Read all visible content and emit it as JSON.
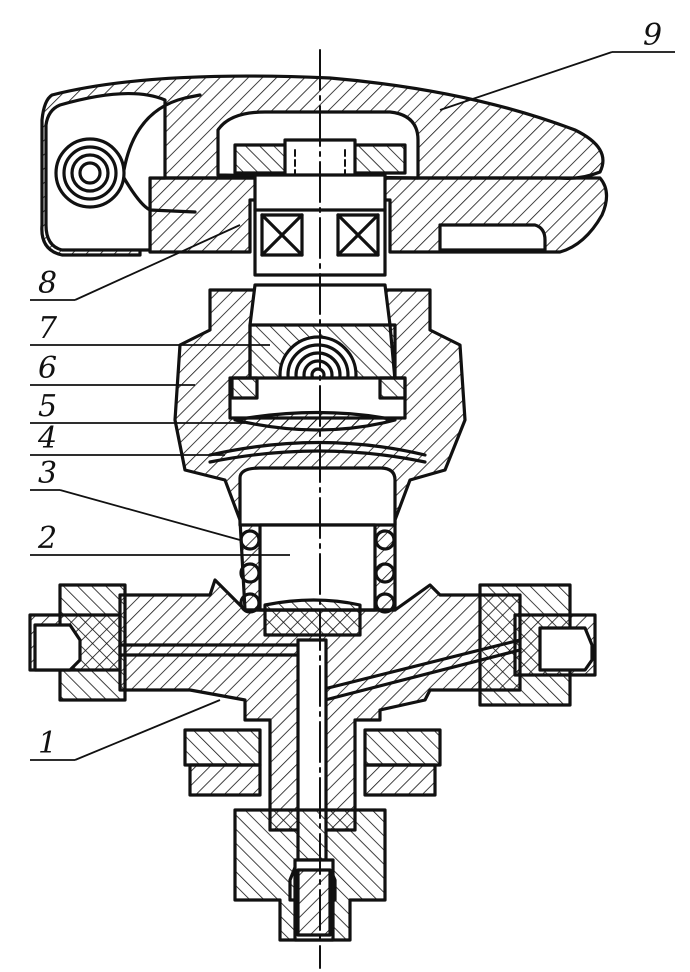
{
  "diagram": {
    "labels": [
      {
        "id": "1",
        "text": "1"
      },
      {
        "id": "2",
        "text": "2"
      },
      {
        "id": "3",
        "text": "3"
      },
      {
        "id": "4",
        "text": "4"
      },
      {
        "id": "5",
        "text": "5"
      },
      {
        "id": "6",
        "text": "6"
      },
      {
        "id": "7",
        "text": "7"
      },
      {
        "id": "8",
        "text": "8"
      },
      {
        "id": "9",
        "text": "9"
      }
    ],
    "colors": {
      "ink": "#111111",
      "paper": "#ffffff"
    }
  }
}
